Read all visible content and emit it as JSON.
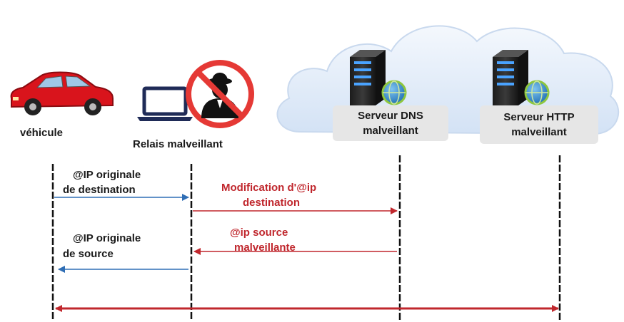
{
  "actors": {
    "vehicle": "véhicule",
    "relay": "Relais malveillant",
    "dns": [
      "Serveur DNS",
      "malveillant"
    ],
    "http": [
      "Serveur HTTP",
      "malveillant"
    ]
  },
  "messages": {
    "m1": [
      "@IP originale",
      "de destination"
    ],
    "m2": [
      "Modification d'@ip",
      "destination"
    ],
    "m3": [
      "@ip source",
      "malveillante"
    ],
    "m4": [
      "@IP originale",
      "de source"
    ]
  },
  "colors": {
    "red": "#c0272d",
    "blue": "#2f6eb5",
    "cloud": "#dce8f7",
    "server_bg": "#e6e6e6"
  }
}
